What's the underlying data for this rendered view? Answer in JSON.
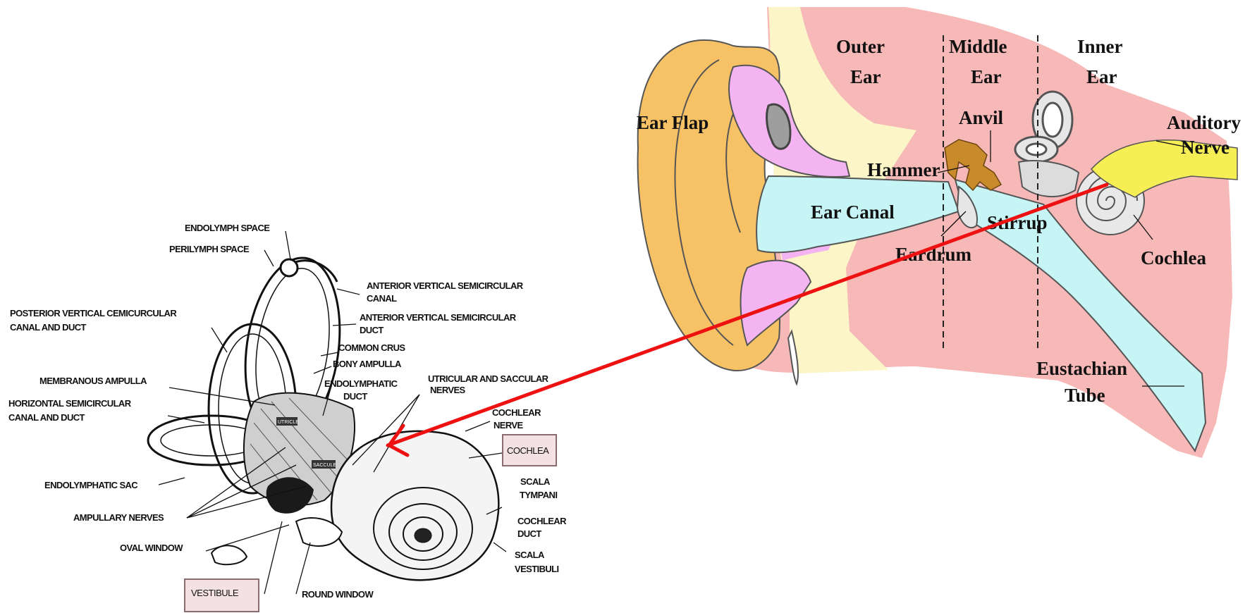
{
  "inner_ear_diagram": {
    "labels": {
      "endolymph_space": "ENDOLYMPH SPACE",
      "perilymph_space": "PERILYMPH SPACE",
      "anterior_canal_1": "ANTERIOR VERTICAL SEMICIRCULAR",
      "anterior_canal_2": "CANAL",
      "posterior_canal_1": "POSTERIOR VERTICAL CEMICURCULAR",
      "posterior_canal_2": "CANAL AND DUCT",
      "anterior_duct_1": "ANTERIOR VERTICAL SEMICIRCULAR",
      "anterior_duct_2": "DUCT",
      "common_crus": "COMMON CRUS",
      "bony_ampulla": "BONY AMPULLA",
      "membranous_ampulla": "MEMBRANOUS AMPULLA",
      "endolymphatic_duct_1": "ENDOLYMPHATIC",
      "endolymphatic_duct_2": "DUCT",
      "utricular_saccular_1": "UTRICULAR AND SACCULAR",
      "utricular_saccular_2": "NERVES",
      "horizontal_canal_1": "HORIZONTAL SEMICIRCULAR",
      "horizontal_canal_2": "CANAL AND DUCT",
      "cochlear_nerve_1": "COCHLEAR",
      "cochlear_nerve_2": "NERVE",
      "cochlea_boxed": "COCHLEA",
      "endolymphatic_sac": "ENDOLYMPHATIC SAC",
      "scala_tympani_1": "SCALA",
      "scala_tympani_2": "TYMPANI",
      "ampullary_nerves": "AMPULLARY NERVES",
      "cochlear_duct_1": "COCHLEAR",
      "cochlear_duct_2": "DUCT",
      "oval_window": "OVAL WINDOW",
      "scala_vestibuli_1": "SCALA",
      "scala_vestibuli_2": "VESTIBULI",
      "vestibule_boxed": "VESTIBULE",
      "round_window": "ROUND WINDOW",
      "utricle": "UTRICLE",
      "saccule": "SACCULE"
    }
  },
  "ear_diagram": {
    "labels": {
      "outer_1": "Outer",
      "outer_2": "Ear",
      "middle_1": "Middle",
      "middle_2": "Ear",
      "inner_1": "Inner",
      "inner_2": "Ear",
      "ear_flap": "Ear Flap",
      "anvil": "Anvil",
      "auditory_1": "Auditory",
      "auditory_2": "Nerve",
      "hammer": "Hammer",
      "ear_canal": "Ear Canal",
      "stirrup": "Stirrup",
      "eardrum": "Eardrum",
      "cochlea": "Cochlea",
      "eustachian_1": "Eustachian",
      "eustachian_2": "Tube"
    }
  },
  "colors": {
    "arrow": "#ee1111",
    "ear_flap": "#f7c265",
    "skin_pink": "#f7b8b8",
    "canal_cyan": "#c7f5f5",
    "cartilage_yellow": "#fbf5c8",
    "lobe_violet": "#f4b4f2",
    "ossicles": "#c88a2a",
    "nerve_yellow": "#f5ee55",
    "label_box": "#f4e1e3"
  }
}
